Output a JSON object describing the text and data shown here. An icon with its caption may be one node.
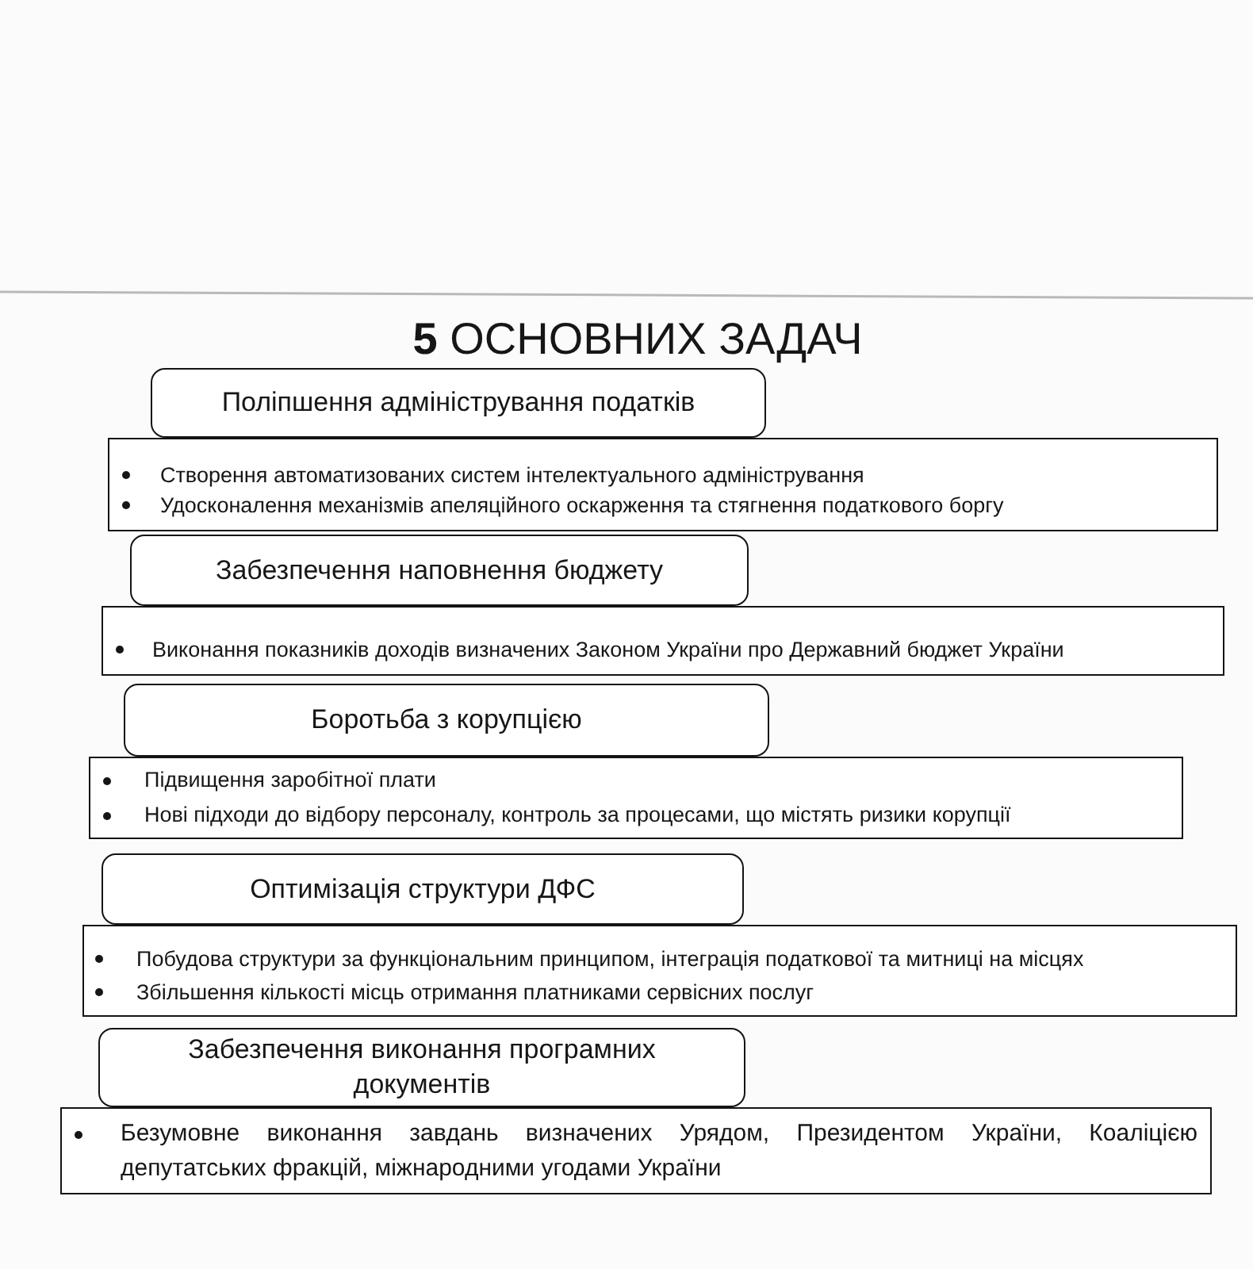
{
  "diagram": {
    "title": "**5** ОСНОВНИХ ЗАДАЧ",
    "nodes": [
      {
        "text": [
          "Поліпшення адміністрування податків"
        ]
      },
      {
        "text": [
          "Створення автоматизованих систем інтелектуального адміністрування",
          "Удосконалення механізмів апеляційного оскарження та стягнення податкового боргу"
        ]
      },
      {
        "text": [
          "Забезпечення наповнення бюджету"
        ]
      },
      {
        "text": [
          "Виконання показників доходів визначених Законом України про Державний бюджет України"
        ]
      },
      {
        "text": [
          "Боротьба з корупцією"
        ]
      },
      {
        "text": [
          "Підвищення заробітної плати",
          "Нові підходи до відбору персоналу, контроль за процесами, що містять ризики корупції"
        ]
      },
      {
        "text": [
          "Оптимізація структури ДФС"
        ]
      },
      {
        "text": [
          "Побудова структури за функціональним принципом, інтеграція податкової та митниці на місцях",
          "Збільшення кількості місць отримання платниками сервісних послуг"
        ]
      },
      {
        "text": [
          "Забезпечення виконання програмних документів"
        ]
      },
      {
        "text": [
          "Безумовне виконання завдань визначених Урядом, Президентом України, Коаліцією депутатських фракцій, міжнародними угодами України"
        ]
      }
    ]
  }
}
